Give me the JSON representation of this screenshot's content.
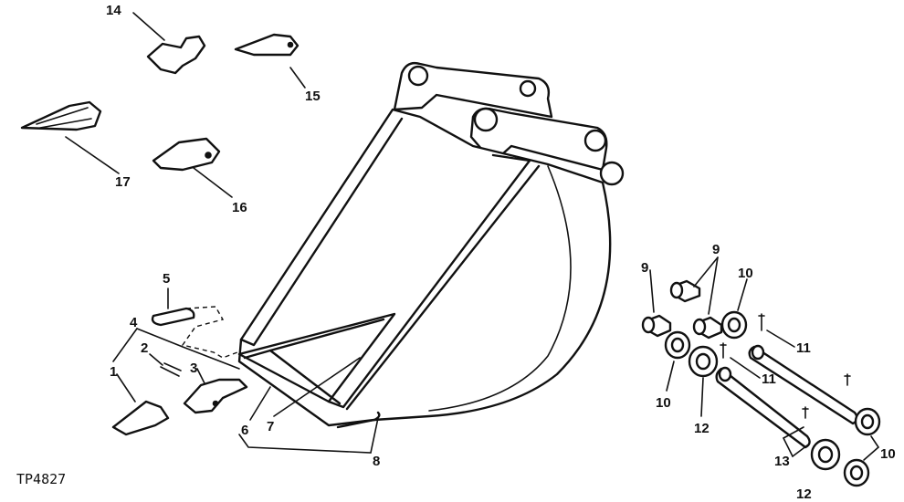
{
  "figure_id": "TP4827",
  "callouts": [
    "1",
    "2",
    "3",
    "4",
    "5",
    "6",
    "7",
    "8",
    "9",
    "10",
    "11",
    "12",
    "13",
    "14",
    "15",
    "16",
    "17"
  ]
}
